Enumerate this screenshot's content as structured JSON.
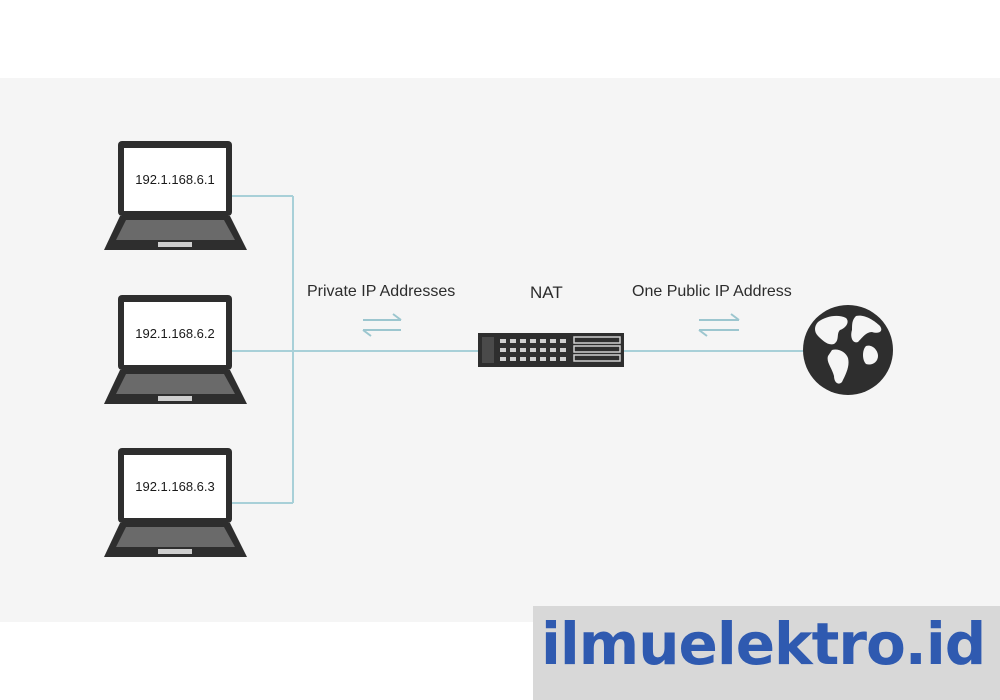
{
  "colors": {
    "panel_bg": "#f5f5f5",
    "device_dark": "#2e2e2e",
    "line": "#a8d0d8",
    "arrow": "#9cc6cf",
    "watermark_text": "#2f5ab0"
  },
  "laptops": [
    {
      "ip": "192.1.168.6.1"
    },
    {
      "ip": "192.1.168.6.2"
    },
    {
      "ip": "192.1.168.6.3"
    }
  ],
  "labels": {
    "private": "Private IP Addresses",
    "nat": "NAT",
    "public": "One Public IP Address"
  },
  "icons": {
    "laptop": "laptop-icon",
    "router": "nat-router-icon",
    "globe": "globe-icon",
    "exchange": "exchange-arrows-icon"
  },
  "watermark": "ilmuelektro.id"
}
